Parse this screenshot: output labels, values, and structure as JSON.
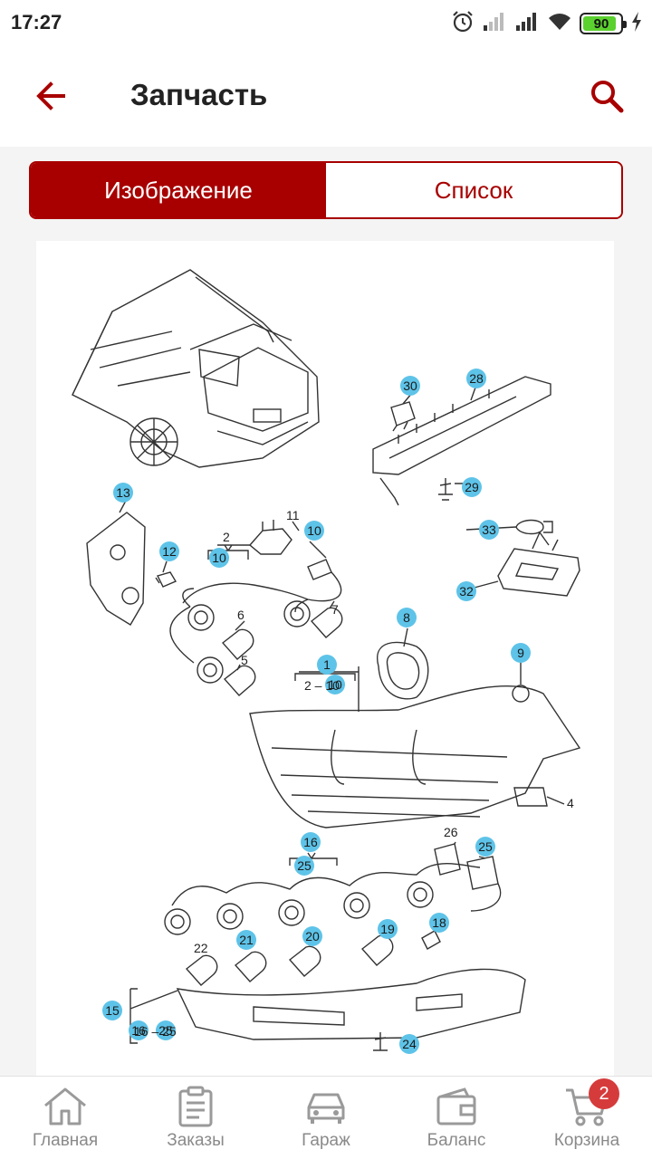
{
  "status_bar": {
    "time": "17:27",
    "battery": 90,
    "icons": [
      "alarm-icon",
      "signal-icon",
      "signal-icon",
      "wifi-icon",
      "battery-icon",
      "charging-icon"
    ]
  },
  "app_bar": {
    "title": "Запчасть",
    "back_icon": "arrow-left-icon",
    "search_icon": "search-icon"
  },
  "tabs": [
    {
      "label": "Изображение",
      "active": true
    },
    {
      "label": "Список",
      "active": false
    }
  ],
  "diagram": {
    "callouts": [
      "1",
      "2",
      "4",
      "5",
      "6",
      "7",
      "8",
      "9",
      "10",
      "11",
      "12",
      "13",
      "15",
      "16",
      "18",
      "19",
      "20",
      "21",
      "22",
      "24",
      "25",
      "26",
      "28",
      "29",
      "30",
      "32",
      "33"
    ],
    "ranges": [
      "2 – 10",
      "16 – 25"
    ]
  },
  "bottom_nav": {
    "items": [
      {
        "label": "Главная",
        "icon": "home-icon"
      },
      {
        "label": "Заказы",
        "icon": "orders-clipboard-icon"
      },
      {
        "label": "Гараж",
        "icon": "car-icon"
      },
      {
        "label": "Баланс",
        "icon": "wallet-icon"
      },
      {
        "label": "Корзина",
        "icon": "cart-icon",
        "badge": "2"
      }
    ]
  },
  "colors": {
    "accent": "#a80000",
    "callout": "#5ec3e8",
    "badge": "#d63b3b",
    "battery": "#5bd12f"
  }
}
